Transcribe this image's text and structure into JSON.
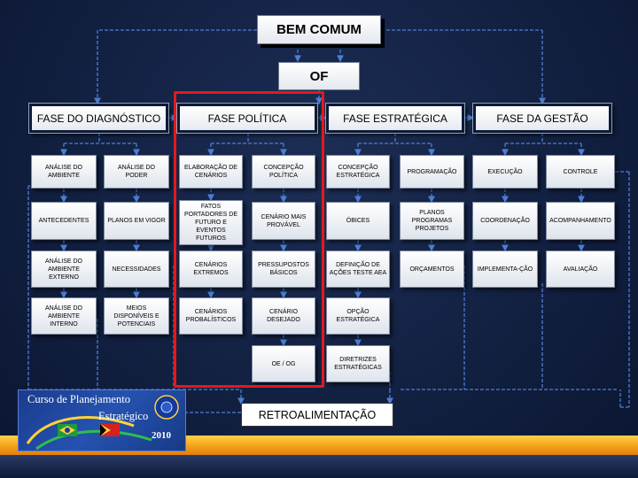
{
  "top": {
    "title": "BEM COMUM",
    "sub": "OF"
  },
  "phases": [
    "FASE DO DIAGNÓSTICO",
    "FASE POLÍTICA",
    "FASE ESTRATÉGICA",
    "FASE DA GESTÃO"
  ],
  "cells": {
    "diag_a": [
      "ANÁLISE DO AMBIENTE",
      "ANTECEDENTES",
      "ANÁLISE DO AMBIENTE EXTERNO",
      "ANÁLISE DO AMBIENTE INTERNO"
    ],
    "diag_b": [
      "ANÁLISE DO PODER",
      "PLANOS EM VIGOR",
      "NECESSIDADES",
      "MEIOS DISPONÍVEIS E POTENCIAIS"
    ],
    "pol_a": [
      "ELABORAÇÃO DE CENÁRIOS",
      "FATOS PORTADORES DE FUTURO E EVENTOS FUTUROS",
      "CENÁRIOS EXTREMOS",
      "CENÁRIOS PROBALÍSTICOS"
    ],
    "pol_b": [
      "CONCEPÇÃO POLÍTICA",
      "CENÁRIO  MAIS PROVÁVEL",
      "PRESSUPOSTOS BÁSICOS",
      "CENÁRIO DESEJADO",
      "OE / OG"
    ],
    "est_a": [
      "CONCEPÇÃO ESTRATÉGICA",
      "ÓBICES",
      "DEFINIÇÃO DE AÇÕES TESTE AEA",
      "OPÇÃO ESTRATÉGICA",
      "DIRETRIZES ESTRATÉGICAS"
    ],
    "est_b": [
      "PROGRAMAÇÃO",
      "PLANOS PROGRAMAS PROJETOS",
      "ORÇAMENTOS"
    ],
    "ges_a": [
      "EXECUÇÃO",
      "COORDENAÇÃO",
      "IMPLEMENTA-ÇÃO"
    ],
    "ges_b": [
      "CONTROLE",
      "ACOMPANHAMENTO",
      "AVALIAÇÃO"
    ]
  },
  "feedback": "RETROALIMENTAÇÃO",
  "logo": {
    "line1": "Curso de Planejamento",
    "line2": "Estratégico",
    "year": "2010"
  },
  "colors": {
    "background": "#122041",
    "connector": "#4a7fd4",
    "highlight": "#e01b1b",
    "bar": "#f4a219"
  }
}
